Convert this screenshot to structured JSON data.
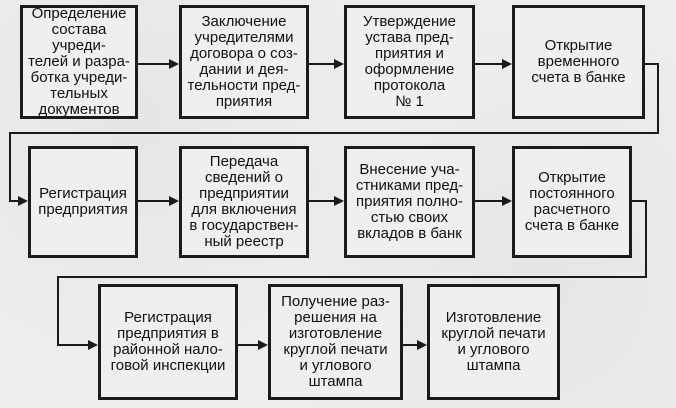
{
  "diagram": {
    "steps": [
      "Определение\nсостава учреди-\nтелей и разра-\nботка учреди-\nтельных\nдокументов",
      "Заключение\nучредителями\nдоговора о соз-\nдании и дея-\nтельности пред-\nприятия",
      "Утверждение\nустава пред-\nприятия и\nоформление\nпротокола\n№ 1",
      "Открытие\nвременного\nсчета в банке",
      "Регистрация\nпредприятия",
      "Передача\nсведений о\nпредприятии\nдля включения\nв государствен-\nный реестр",
      "Внесение уча-\nстниками пред-\nприятия полно-\nстью своих\nвкладов в банк",
      "Открытие\nпостоянного\nрасчетного\nсчета в банке",
      "Регистрация\nпредприятия в\nрайонной нало-\nговой инспекции",
      "Получение раз-\nрешения на\nизготовление\nкруглой печати\nи углового\nштампа",
      "Изготовление\nкруглой печати\nи углового\nштампа"
    ]
  }
}
